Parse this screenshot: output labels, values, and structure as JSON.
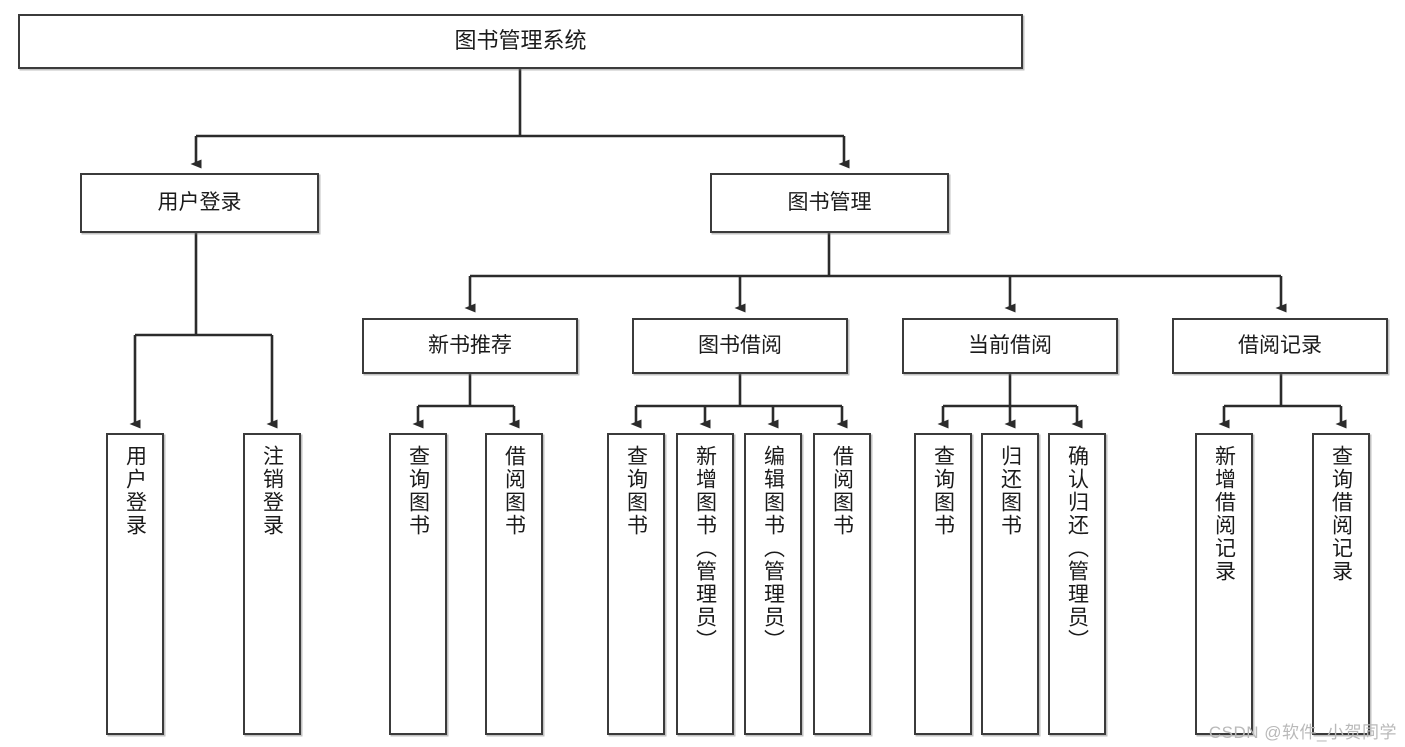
{
  "diagram": {
    "type": "tree",
    "title": "图书管理系统",
    "watermark": "CSDN @软件_小贺同学",
    "colors": {
      "box_border": "#3b3b3b",
      "box_fill": "#ffffff",
      "edge": "#2b2b2b",
      "text": "#1b1b1b",
      "watermark": "#b9b9b9",
      "background": "#ffffff"
    },
    "nodes": {
      "root": {
        "label": "图书管理系统"
      },
      "level2": [
        {
          "id": "user-login",
          "label": "用户登录"
        },
        {
          "id": "book-management",
          "label": "图书管理"
        }
      ],
      "level3": [
        {
          "id": "new-book-recommend",
          "label": "新书推荐"
        },
        {
          "id": "book-borrow",
          "label": "图书借阅"
        },
        {
          "id": "current-borrow",
          "label": "当前借阅"
        },
        {
          "id": "borrow-record",
          "label": "借阅记录"
        }
      ],
      "leaves": {
        "user-login": [
          {
            "id": "leaf-user-login",
            "label": "用户登录"
          },
          {
            "id": "leaf-logout",
            "label": "注销登录"
          }
        ],
        "new-book-recommend": [
          {
            "id": "leaf-query-book-1",
            "label": "查询图书"
          },
          {
            "id": "leaf-borrow-book-1",
            "label": "借阅图书"
          }
        ],
        "book-borrow": [
          {
            "id": "leaf-query-book-2",
            "label": "查询图书"
          },
          {
            "id": "leaf-add-book",
            "label": "新增图书（管理员）"
          },
          {
            "id": "leaf-edit-book",
            "label": "编辑图书（管理员）"
          },
          {
            "id": "leaf-borrow-book-2",
            "label": "借阅图书"
          }
        ],
        "current-borrow": [
          {
            "id": "leaf-query-book-3",
            "label": "查询图书"
          },
          {
            "id": "leaf-return-book",
            "label": "归还图书"
          },
          {
            "id": "leaf-confirm-return",
            "label": "确认归还（管理员）"
          }
        ],
        "borrow-record": [
          {
            "id": "leaf-add-record",
            "label": "新增借阅记录"
          },
          {
            "id": "leaf-query-record",
            "label": "查询借阅记录"
          }
        ]
      }
    }
  }
}
